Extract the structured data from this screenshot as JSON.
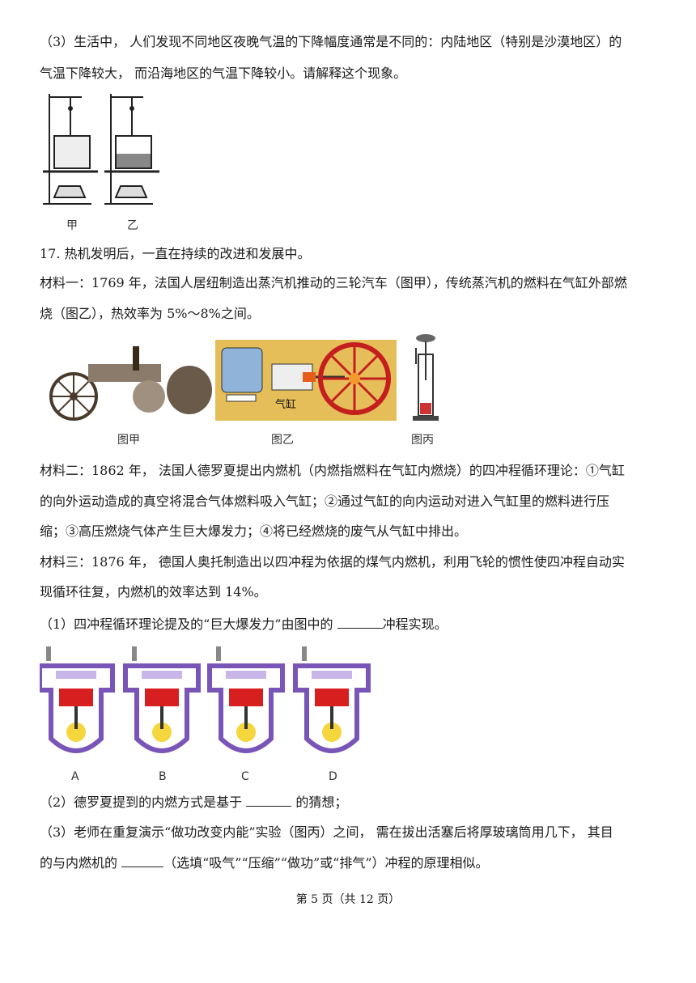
{
  "q16_3": {
    "line1": "（3）生活中， 人们发现不同地区夜晚气温的下降幅度通常是不同的：内陆地区（特别是沙漠地区）的",
    "line2": "气温下降较大， 而沿海地区的气温下降较小。请解释这个现象。",
    "fig_labels": [
      "甲",
      "乙"
    ]
  },
  "q17": {
    "title": "17. 热机发明后，一直在持续的改进和发展中。",
    "m1_line1": "材料一：1769 年，法国人居纽制造出蒸汽机推动的三轮汽车（图甲），传统蒸汽机的燃料在气缸外部燃",
    "m1_line2": "烧（图乙），热效率为 5%～8%之间。",
    "fig_captions": [
      "图甲",
      "图乙",
      "图丙"
    ],
    "cylinder_label": "气缸",
    "m2_line1": "材料二：1862 年， 法国人德罗夏提出内燃机（内燃指燃料在气缸内燃烧）的四冲程循环理论：①气缸",
    "m2_line2": "的向外运动造成的真空将混合气体燃料吸入气缸；②通过气缸的向内运动对进入气缸里的燃料进行压",
    "m2_line3": "缩；③高压燃烧气体产生巨大爆发力；④将已经燃烧的废气从气缸中排出。",
    "m3_line1": "材料三：1876 年， 德国人奥托制造出以四冲程为依据的煤气内燃机，利用飞轮的惯性使四冲程自动实",
    "m3_line2": "现循环往复，内燃机的效率达到 14%。",
    "p1_before": "（1）四冲程循环理论提及的“巨大爆发力”由图中的 ",
    "p1_after": "冲程实现。",
    "engine_labels": [
      "A",
      "B",
      "C",
      "D"
    ],
    "p2_before": "（2）德罗夏提到的内燃方式是基于 ",
    "p2_after": " 的猜想；",
    "p3_line1": "（3）老师在重复演示“做功改变内能”实验（图丙）之间， 需在拔出活塞后将厚玻璃筒用几下， 其目",
    "p3_before": "的与内燃机的 ",
    "p3_after": "（选填“吸气”“压缩”“做功”或“排气”）冲程的原理相似。"
  },
  "footer": "第 5 页（共 12 页）"
}
